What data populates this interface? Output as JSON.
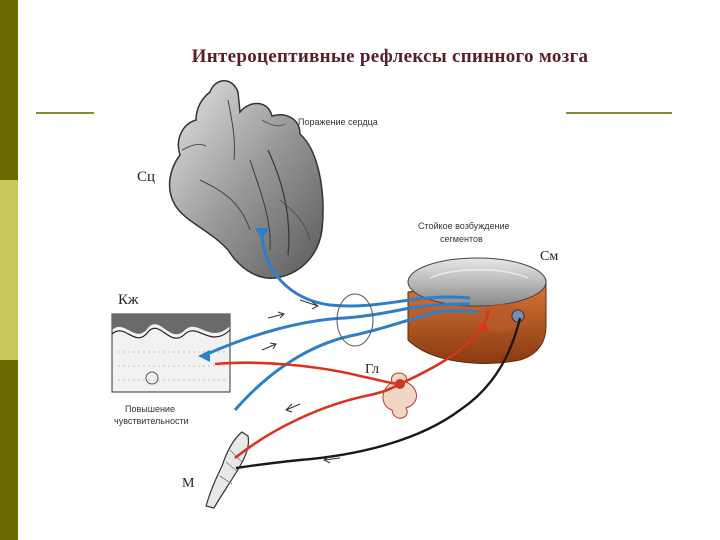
{
  "slide": {
    "title": "Интероцептивные рефлексы спинного мозга",
    "accent_colors": {
      "sidebar_dark": "#6b6b00",
      "sidebar_light": "#c8c85a",
      "title": "#5a1e2a",
      "rule": "#8a8a3a"
    }
  },
  "diagram": {
    "labels": {
      "heart": "Сц",
      "heart_caption": "Поражение сердца",
      "spinal_cord": "См",
      "spinal_caption_line1": "Стойкое возбуждение",
      "spinal_caption_line2": "сегментов",
      "skin": "Кж",
      "skin_caption_line1": "Повышение",
      "skin_caption_line2": "чувствительности",
      "ganglion": "Гл",
      "muscle": "М"
    },
    "nerve_colors": {
      "afferent": "#2f7fc8",
      "efferent_sympathetic": "#d8341e",
      "efferent_motor": "#1a1a1a"
    }
  }
}
